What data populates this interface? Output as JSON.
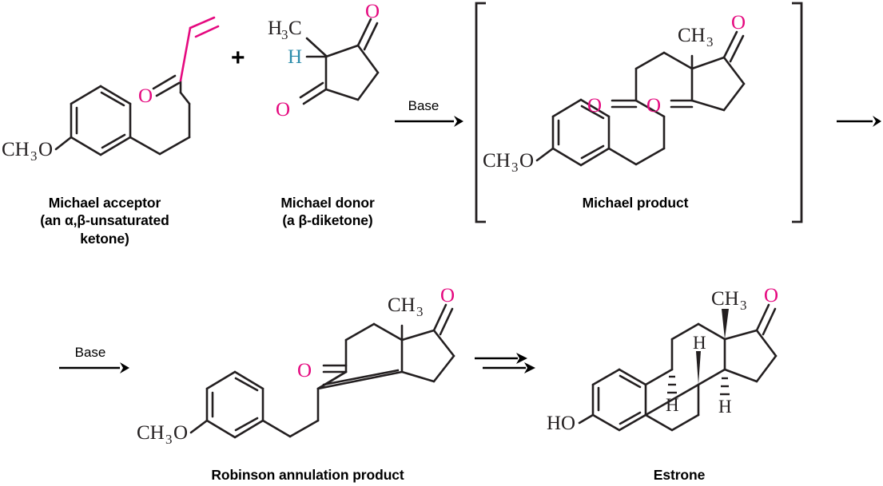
{
  "figure": {
    "type": "reaction-scheme",
    "topic": "Robinson annulation synthesis of estrone"
  },
  "reaction_row_1": {
    "reactant_1": {
      "name": "Michael acceptor",
      "caption_line_1": "Michael acceptor",
      "caption_line_2": "(an α,β-unsaturated",
      "caption_line_3": "ketone)",
      "labels": {
        "methoxy": "CH",
        "methoxy_sub": "3",
        "methoxy_o": "O",
        "carbonyl_o": "O"
      }
    },
    "plus_sign": "+",
    "reactant_2": {
      "name": "Michael donor",
      "caption_line_1": "Michael donor",
      "caption_line_2": "(a β-diketone)",
      "labels": {
        "methyl": "H",
        "methyl_sub": "3",
        "methyl_c": "C",
        "alpha_h": "H",
        "o_top": "O",
        "o_bottom": "O"
      }
    },
    "arrow_label": "Base",
    "product": {
      "name": "Michael product",
      "caption_line_1": "Michael product",
      "bracketed": true,
      "labels": {
        "methoxy": "CH",
        "methoxy_sub": "3",
        "methoxy_o": "O",
        "methyl": "CH",
        "methyl_sub": "3",
        "ketone_o_1": "O",
        "ketone_o_2": "O",
        "ring_o": "O"
      }
    },
    "trailing_arrow": true
  },
  "reaction_row_2": {
    "arrow_label": "Base",
    "product": {
      "name": "Robinson annulation product",
      "caption_line_1": "Robinson annulation product",
      "labels": {
        "methoxy": "CH",
        "methoxy_sub": "3",
        "methoxy_o": "O",
        "methyl": "CH",
        "methyl_sub": "3",
        "enone_o": "O",
        "ketone_o": "O"
      }
    },
    "retro_arrow": "double-arrow",
    "target": {
      "name": "Estrone",
      "caption_line_1": "Estrone",
      "labels": {
        "hydroxyl": "HO",
        "methyl": "CH",
        "methyl_sub": "3",
        "ketone_o": "O",
        "h_8": "H",
        "h_9": "H",
        "h_14": "H"
      }
    }
  },
  "colors": {
    "bond": "#231f20",
    "oxygen": "#e5097f",
    "alkene_highlight": "#e5097f",
    "hydrogen_highlight": "#2b8cab",
    "background": "#ffffff"
  }
}
